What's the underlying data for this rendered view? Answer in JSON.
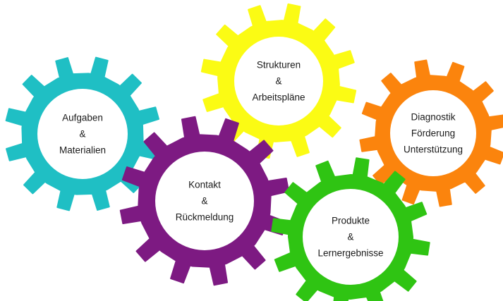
{
  "gears": [
    {
      "id": "aufgaben",
      "color": "#1fbfc4",
      "lines": [
        "Aufgaben",
        "&",
        "Materialien"
      ]
    },
    {
      "id": "strukturen",
      "color": "#fbfb14",
      "lines": [
        "Strukturen",
        "&",
        "Arbeitspläne"
      ]
    },
    {
      "id": "diagnostik",
      "color": "#fb840d",
      "lines": [
        "Diagnostik",
        "Förderung",
        "Unterstützung"
      ]
    },
    {
      "id": "kontakt",
      "color": "#7d1a82",
      "lines": [
        "Kontakt",
        "&",
        "Rückmeldung"
      ]
    },
    {
      "id": "produkte",
      "color": "#2fc413",
      "lines": [
        "Produkte",
        "&",
        "Lernergebnisse"
      ]
    }
  ]
}
